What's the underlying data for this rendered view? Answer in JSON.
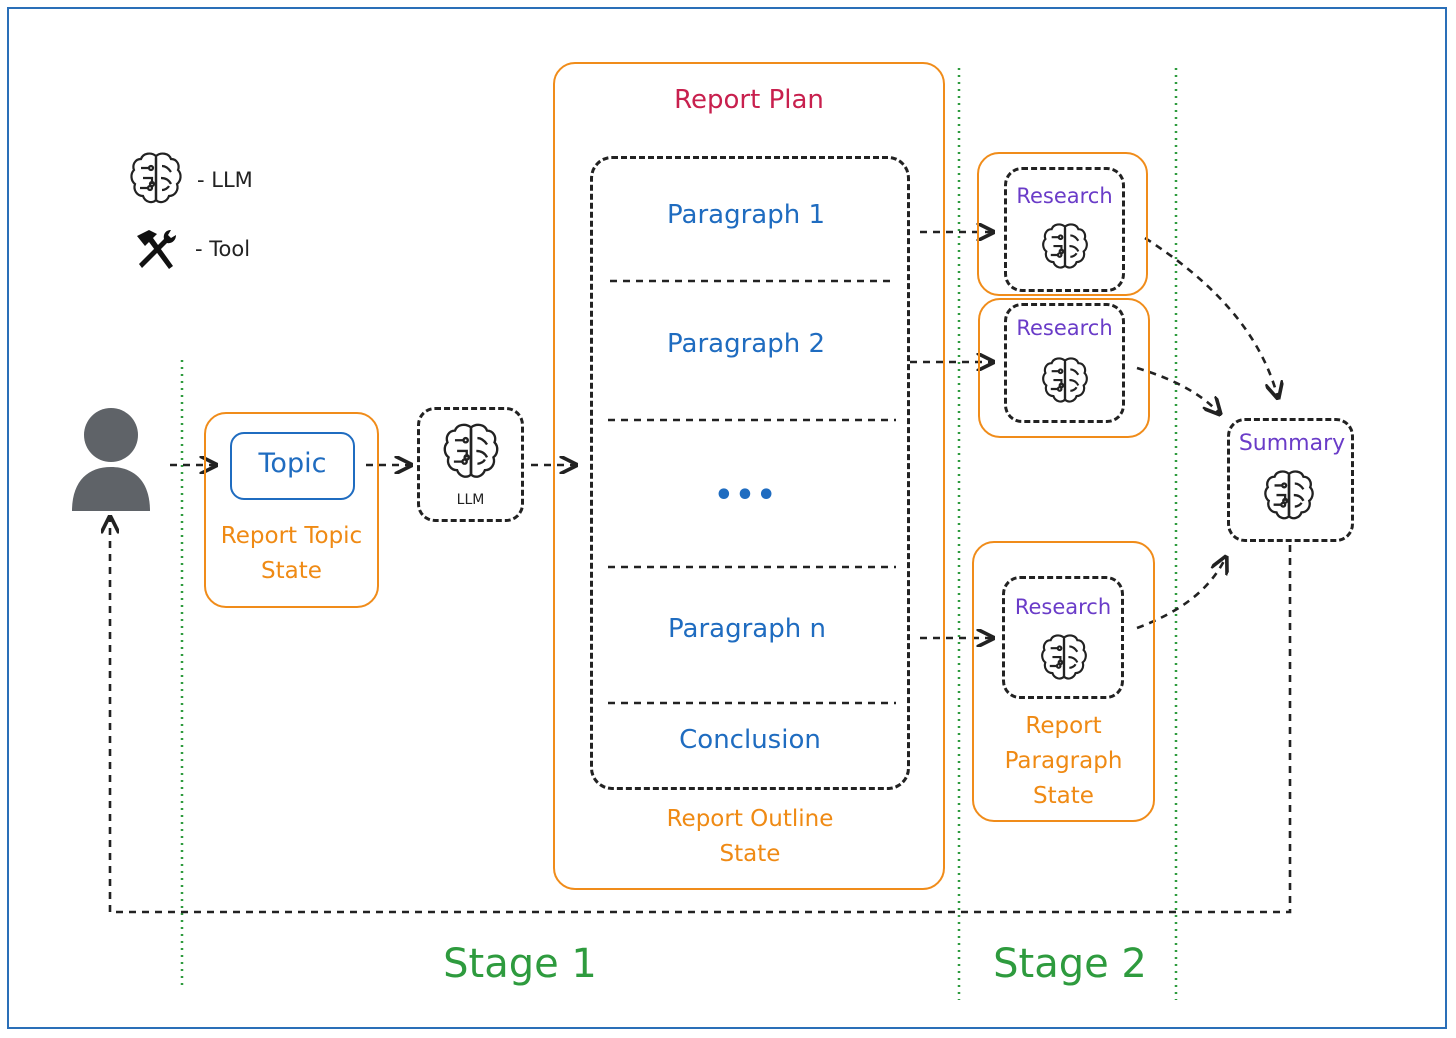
{
  "legend": {
    "llm_label": "- LLM",
    "tool_label": "- Tool"
  },
  "stage1": {
    "topic_label": "Topic",
    "report_topic_state": [
      "Report Topic",
      "State"
    ],
    "llm_node_label": "LLM"
  },
  "report_plan": {
    "title": "Report Plan",
    "sections": [
      "Paragraph 1",
      "Paragraph 2",
      "•••",
      "Paragraph n",
      "Conclusion"
    ],
    "outline_state": [
      "Report Outline",
      "State"
    ]
  },
  "stage2": {
    "research_labels": [
      "Research",
      "Research",
      "Research"
    ],
    "paragraph_state": [
      "Report",
      "Paragraph",
      "State"
    ],
    "summary_label": "Summary"
  },
  "stages": {
    "stage1_label": "Stage 1",
    "stage2_label": "Stage 2"
  },
  "colors": {
    "orange": "#ef8a14",
    "blue": "#1f6cc0",
    "purple": "#6a3cc8",
    "crimson": "#c8204e",
    "green": "#2e9b3e",
    "frame": "#2a6fb8"
  },
  "icons": {
    "user": "user-icon",
    "llm": "brain-icon",
    "tool": "hammer-wrench-icon"
  }
}
